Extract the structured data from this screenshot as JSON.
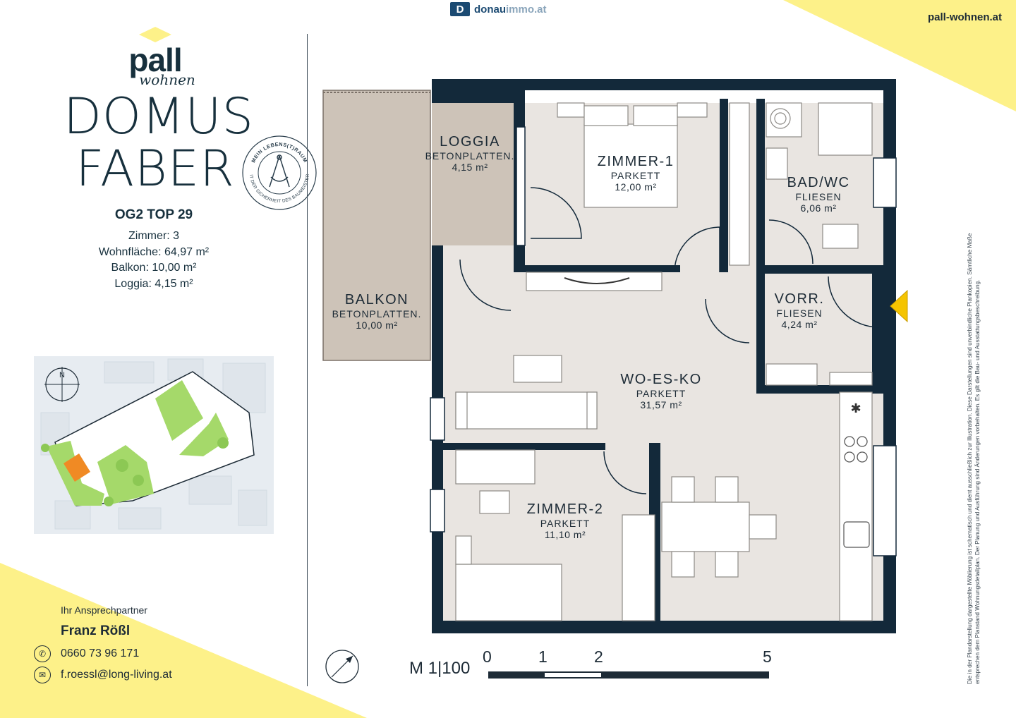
{
  "header": {
    "portal_mark": "D",
    "portal_name_bold": "donau",
    "portal_name_light": "immo.at",
    "site_url": "pall-wohnen.at"
  },
  "brand": {
    "name": "pall",
    "sub": "wohnen",
    "project_line1": "DOMUS",
    "project_line2": "FABER",
    "stamp_top": "MEIN LEBENS(T)RAUM",
    "stamp_bottom": "MIT DER SICHERHEIT DES BAUMEISTERS"
  },
  "unit": {
    "title": "OG2 TOP 29",
    "facts": [
      "Zimmer: 3",
      "Wohnfläche: 64,97 m²",
      "Balkon: 10,00 m²",
      "Loggia: 4,15 m²"
    ]
  },
  "siteplan": {
    "north": "N"
  },
  "contact": {
    "heading": "Ihr Ansprechpartner",
    "name": "Franz Rößl",
    "phone": "0660 73 96 171",
    "email": "f.roessl@long-living.at"
  },
  "rooms": [
    {
      "id": "loggia",
      "name": "LOGGIA",
      "floor": "BETONPLATTEN.",
      "area": "4,15 m²"
    },
    {
      "id": "balkon",
      "name": "BALKON",
      "floor": "BETONPLATTEN.",
      "area": "10,00 m²"
    },
    {
      "id": "zimmer1",
      "name": "ZIMMER-1",
      "floor": "PARKETT",
      "area": "12,00 m²"
    },
    {
      "id": "bad",
      "name": "BAD/WC",
      "floor": "FLIESEN",
      "area": "6,06 m²"
    },
    {
      "id": "vorr",
      "name": "VORR.",
      "floor": "FLIESEN",
      "area": "4,24 m²"
    },
    {
      "id": "woesko",
      "name": "WO-ES-KO",
      "floor": "PARKETT",
      "area": "31,57 m²"
    },
    {
      "id": "zimmer2",
      "name": "ZIMMER-2",
      "floor": "PARKETT",
      "area": "11,10 m²"
    }
  ],
  "scale": {
    "label": "M 1|100",
    "ticks": [
      "0",
      "1",
      "2",
      "5"
    ]
  },
  "disclaimer": "Die in der Plandarstellung dargestellte Möblierung ist schematisch und dient ausschließlich zur Illustration. Diese Darstellungen sind unverbindliche Plankopien. Sämtliche Maße entsprechen dem Planstand Wohnungsdetailplan. Der Planung und Ausführung sind Änderungen vorbehalten. Es gilt die Bau- und Ausstattungsbeschreibung.",
  "colors": {
    "wall": "#13293a",
    "floor": "#e9e5e1",
    "balcony": "#cdc3b8",
    "accent_yellow": "#fdf189",
    "entrance_marker": "#f5c400",
    "green": "#a5d96a",
    "highlight": "#f08a24"
  }
}
